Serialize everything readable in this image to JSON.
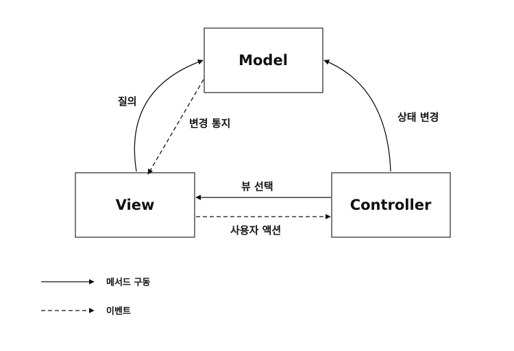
{
  "nodes": {
    "model": "Model",
    "view": "View",
    "controller": "Controller"
  },
  "edges": {
    "query": "질의",
    "change_notification": "변경 통지",
    "state_change": "상태 변경",
    "view_selection": "뷰 선택",
    "user_action": "사용자 액션"
  },
  "legend": {
    "method_call": "메서드 구동",
    "event": "이벤트"
  }
}
